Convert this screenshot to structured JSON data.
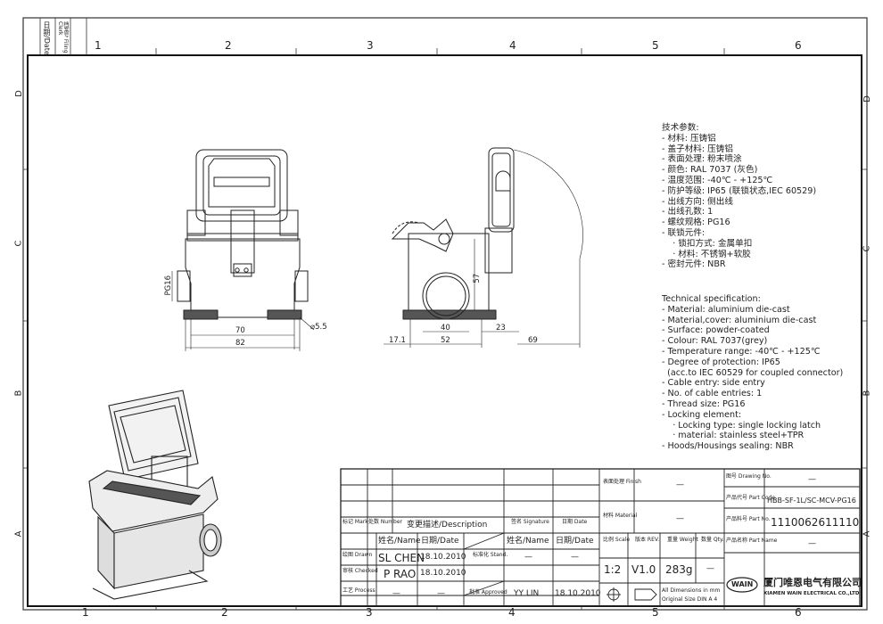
{
  "frame": {
    "top_columns": [
      "1",
      "2",
      "3",
      "4",
      "5",
      "6"
    ],
    "bottom_columns": [
      "1",
      "2",
      "3",
      "4",
      "5",
      "6"
    ],
    "rows": [
      "D",
      "C",
      "B",
      "A"
    ],
    "corner_labels": {
      "date": "日期/Date",
      "filing": "档案号 Filing Clerk"
    }
  },
  "dimensions": {
    "front": {
      "pg16": "PG16",
      "w70": "70",
      "w82": "82",
      "dia": "⌀5.5"
    },
    "side": {
      "d40": "40",
      "d52": "52",
      "d23": "23",
      "d69": "69",
      "d17": "17.1",
      "d57": "57"
    }
  },
  "spec_cn": {
    "title": "技术参数:",
    "lines": [
      "- 材料: 压铸铝",
      "- 盖子材料: 压铸铝",
      "- 表面处理: 粉末喷涂",
      "- 颜色: RAL 7037 (灰色)",
      "- 温度范围: -40℃ - +125℃",
      "- 防护等级: IP65 (联锁状态,IEC 60529)",
      "- 出线方向: 侧出线",
      "- 出线孔数: 1",
      "- 螺纹规格: PG16",
      "- 联锁元件:",
      "    · 锁扣方式: 金属单扣",
      "    · 材料: 不锈钢+软胶",
      "- 密封元件: NBR"
    ]
  },
  "spec_en": {
    "title": "Technical specification:",
    "lines": [
      "- Material: aluminium die-cast",
      "- Material,cover: aluminium die-cast",
      "- Surface: powder-coated",
      "- Colour: RAL 7037(grey)",
      "- Temperature range: -40℃ - +125℃",
      "- Degree of protection: IP65",
      "  (acc.to IEC 60529 for coupled connector)",
      "- Cable entry: side entry",
      "- No. of cable entries: 1",
      "- Thread size: PG16",
      "- Locking element:",
      "    · Locking type: single locking latch",
      "    · material: stainless steel+TPR",
      "- Hoods/Housings sealing: NBR"
    ]
  },
  "title_block": {
    "mark": "标记 Mark",
    "number": "处数 Number",
    "description": "变更描述/Description",
    "signature": "签名 Signature",
    "date_h": "日期 Date",
    "name_date": "姓名/Name",
    "date2": "日期/Date",
    "standard": "标准化 Stand.",
    "name2": "姓名/Name",
    "date3": "日期/Date",
    "drawn": "绘图 Drawn",
    "drawn_name": "SL CHEN",
    "drawn_date": "18.10.2010",
    "checked": "审核 Checked",
    "checked_name": "P RAO",
    "checked_date": "18.10.2010",
    "process": "工艺 Process",
    "process_name": "—",
    "process_date": "—",
    "approved": "批准 Approved",
    "approved_name": "YY LIN",
    "approved_date": "18.10.2010",
    "stand_name": "—",
    "stand_date": "—",
    "finish": "表面处理 Finish",
    "finish_val": "—",
    "material": "材料 Material",
    "material_val": "—",
    "scale_h": "比例 Scale",
    "scale": "1:2",
    "rev_h": "版本 REV.",
    "rev": "V1.0",
    "weight_h": "重量 Weight",
    "weight": "283g",
    "qty_h": "数量 Qty.",
    "qty": "—",
    "dims_note": "All Dimensions in mm",
    "original_note": "Original Size DIN A 4",
    "drawing_no_h": "图号 Drawing No.",
    "drawing_no": "—",
    "part_code_h": "产品代号 Part Code",
    "part_code": "HBB-SF-1L/SC-MCV-PG16",
    "part_no_h": "产品料号 Part No.",
    "part_no": "1110062611110",
    "part_name_h": "产品名称 Part Name",
    "part_name": "—",
    "logo": "WAIN",
    "company_cn": "厦门唯恩电气有限公司",
    "company_en": "XIAMEN WAIN ELECTRICAL CO.,LTD"
  }
}
